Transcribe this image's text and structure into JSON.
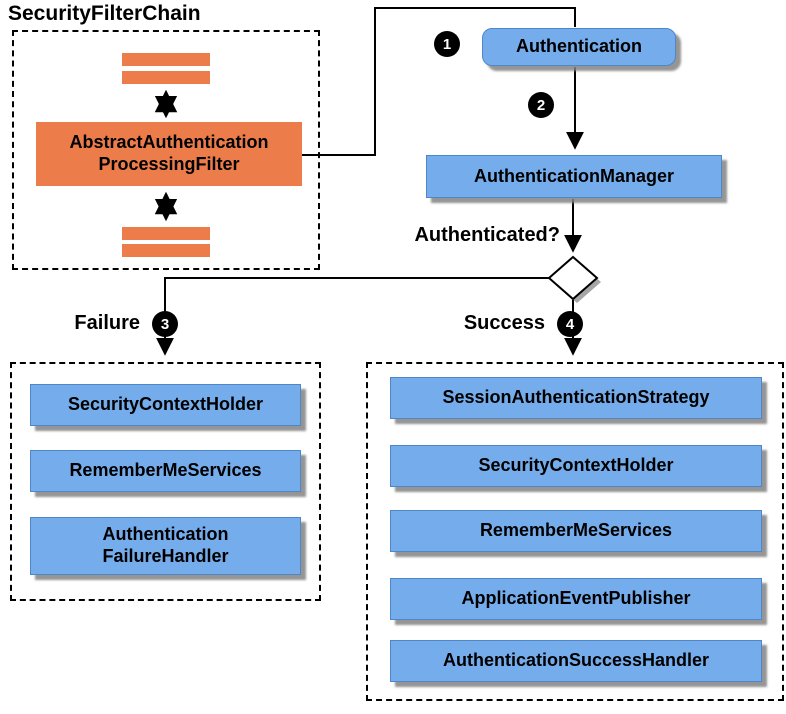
{
  "title": "SecurityFilterChain",
  "colors": {
    "box_blue": "#75ADEC",
    "bar_orange": "#EC7D4B",
    "shadow_gray": "#A6A6A6",
    "line_black": "#000000"
  },
  "filter_chain": {
    "filter_label_line1": "AbstractAuthentication",
    "filter_label_line2": "ProcessingFilter"
  },
  "flow": {
    "step1_badge": "1",
    "authentication_label": "Authentication",
    "step2_badge": "2",
    "authentication_manager_label": "AuthenticationManager",
    "authenticated_question": "Authenticated?",
    "failure_label": "Failure",
    "step3_badge": "3",
    "success_label": "Success",
    "step4_badge": "4"
  },
  "failure_panel": {
    "items": [
      {
        "line1": "SecurityContextHolder",
        "line2": ""
      },
      {
        "line1": "RememberMeServices",
        "line2": ""
      },
      {
        "line1": "Authentication",
        "line2": "FailureHandler"
      }
    ]
  },
  "success_panel": {
    "items": [
      {
        "label": "SessionAuthenticationStrategy"
      },
      {
        "label": "SecurityContextHolder"
      },
      {
        "label": "RememberMeServices"
      },
      {
        "label": "ApplicationEventPublisher"
      },
      {
        "label": "AuthenticationSuccessHandler"
      }
    ]
  }
}
